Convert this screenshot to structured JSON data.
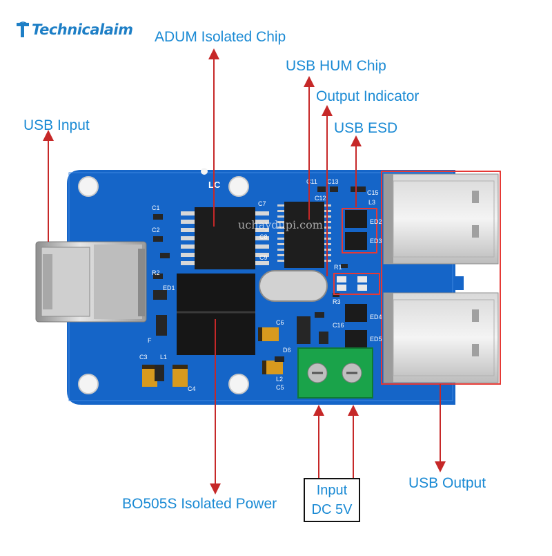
{
  "logo": {
    "text": "Technicalaim",
    "icon": "t-logo-icon"
  },
  "watermark": "uchaydupi.com",
  "callouts": {
    "adum": "ADUM Isolated Chip",
    "usb_hub": "USB HUM Chip",
    "indicator": "Output Indicator",
    "esd": "USB ESD",
    "usb_input": "USB Input",
    "power": "BO505S Isolated Power",
    "input_line1": "Input",
    "input_line2": "DC 5V",
    "usb_output": "USB Output"
  },
  "silkscreen": {
    "lc": "LC",
    "c1": "C1",
    "c2": "C2",
    "c3": "C3",
    "c4": "C4",
    "c5": "C5",
    "c6": "C6",
    "c7": "C7",
    "c8": "C8",
    "c9": "C9",
    "c11": "C11",
    "c12": "C12",
    "c13": "C13",
    "c15": "C15",
    "c16": "C16",
    "r1": "R1",
    "r2": "R2",
    "r3": "R3",
    "l1": "L1",
    "l2": "L2",
    "l3": "L3",
    "f": "F",
    "d6": "D6",
    "ed1": "ED1",
    "ed2": "ED2",
    "ed3": "ED3",
    "ed4": "ED4",
    "ed5": "ED5"
  },
  "colors": {
    "label": "#1a8ad4",
    "arrow": "#c62828",
    "pcb": "#1565c8",
    "highlight_box": "#e53935",
    "terminal": "#1aa34a"
  }
}
